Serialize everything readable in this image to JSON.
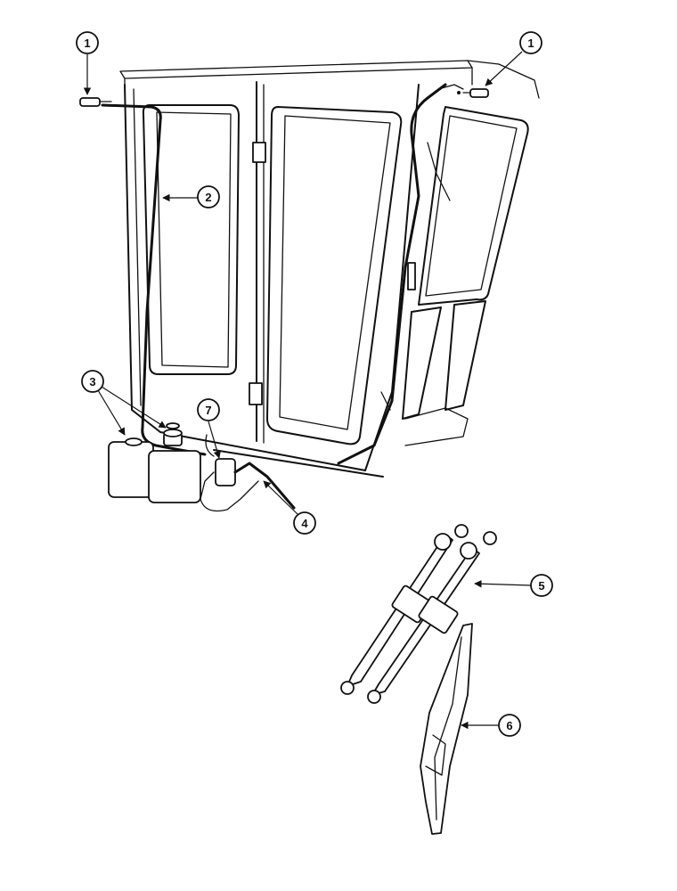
{
  "callouts": [
    {
      "id": "1a",
      "label": "1",
      "part": "washer-nozzle-left"
    },
    {
      "id": "1b",
      "label": "1",
      "part": "washer-nozzle-right"
    },
    {
      "id": "2",
      "label": "2",
      "part": "washer-hose-front"
    },
    {
      "id": "3",
      "label": "3",
      "part": "washer-reservoirs"
    },
    {
      "id": "4",
      "label": "4",
      "part": "washer-hose-lower"
    },
    {
      "id": "5",
      "label": "5",
      "part": "wiper-arms"
    },
    {
      "id": "6",
      "label": "6",
      "part": "wiper-blade"
    },
    {
      "id": "7",
      "label": "7",
      "part": "washer-pump"
    }
  ]
}
